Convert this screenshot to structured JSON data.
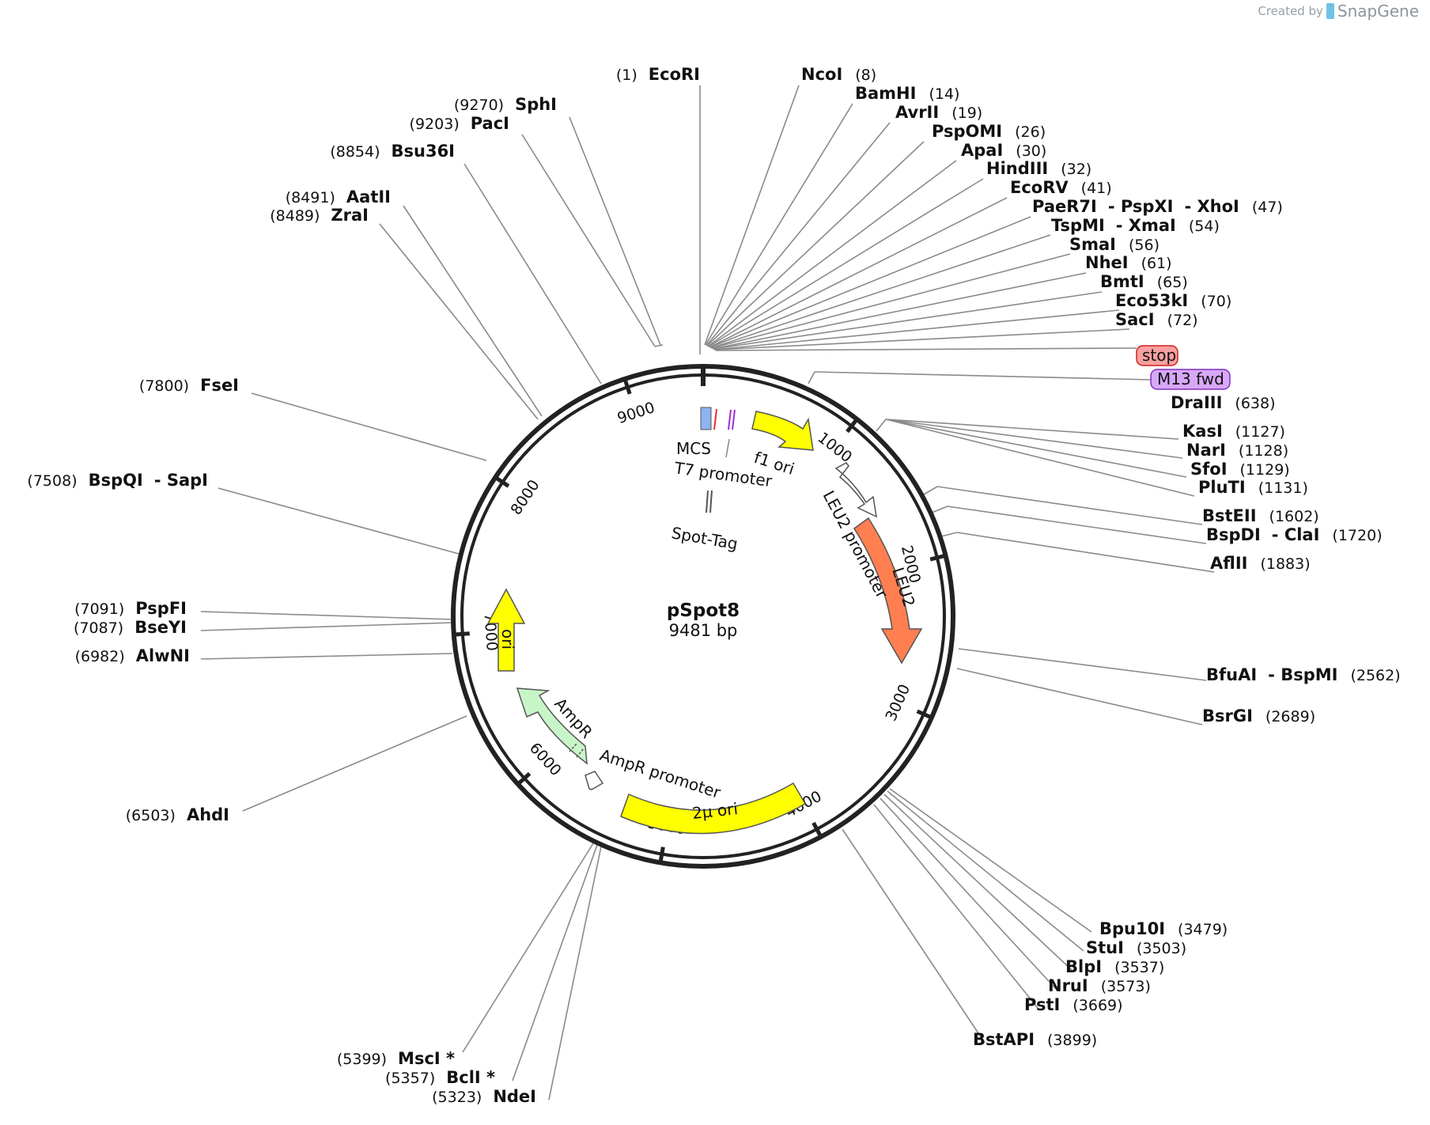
{
  "credit": {
    "prefix": "Created by",
    "brand": "SnapGene",
    "brand_icon": "snapgene-flag-icon"
  },
  "plasmid": {
    "name": "pSpot8",
    "length": "9481 bp"
  },
  "ticks": [
    "1000",
    "2000",
    "3000",
    "4000",
    "5000",
    "6000",
    "7000",
    "8000",
    "9000"
  ],
  "features": [
    {
      "name": "MCS",
      "color": "#8cb4f0"
    },
    {
      "name": "T7 promoter",
      "color": "#e83030"
    },
    {
      "name": "Spot-Tag",
      "color": "#9b30d0"
    },
    {
      "name": "f1 ori",
      "color": "#ffff00"
    },
    {
      "name": "LEU2 promoter",
      "color": "#ffffff"
    },
    {
      "name": "LEU2",
      "color": "#ff7f50"
    },
    {
      "name": "2μ ori",
      "color": "#ffff00"
    },
    {
      "name": "AmpR promoter",
      "color": "#ffffff"
    },
    {
      "name": "AmpR",
      "color": "#c8f5c8"
    },
    {
      "name": "ori",
      "color": "#ffff00"
    }
  ],
  "primers": [
    {
      "name": "stop",
      "color": "#f8a0a0"
    },
    {
      "name": "M13 fwd",
      "color": "#d8a8f8"
    }
  ],
  "sites": [
    {
      "id": "ecori",
      "pos": "(1)",
      "name": "EcoRI"
    },
    {
      "id": "ncoi",
      "pos": "(8)",
      "name": "NcoI"
    },
    {
      "id": "bamhi",
      "pos": "(14)",
      "name": "BamHI"
    },
    {
      "id": "avrii",
      "pos": "(19)",
      "name": "AvrII"
    },
    {
      "id": "pspomi",
      "pos": "(26)",
      "name": "PspOMI"
    },
    {
      "id": "apai",
      "pos": "(30)",
      "name": "ApaI"
    },
    {
      "id": "hindiii",
      "pos": "(32)",
      "name": "HindIII"
    },
    {
      "id": "ecorv",
      "pos": "(41)",
      "name": "EcoRV"
    },
    {
      "id": "paer7i",
      "pos": "(47)",
      "name": "PaeR7I",
      "name2": "- PspXI",
      "name3": "- XhoI"
    },
    {
      "id": "tspmi",
      "pos": "(54)",
      "name": "TspMI",
      "name2": "- XmaI"
    },
    {
      "id": "smai",
      "pos": "(56)",
      "name": "SmaI"
    },
    {
      "id": "nhei",
      "pos": "(61)",
      "name": "NheI"
    },
    {
      "id": "bmti",
      "pos": "(65)",
      "name": "BmtI"
    },
    {
      "id": "eco53ki",
      "pos": "(70)",
      "name": "Eco53kI"
    },
    {
      "id": "saci",
      "pos": "(72)",
      "name": "SacI"
    },
    {
      "id": "draiii",
      "pos": "(638)",
      "name": "DraIII"
    },
    {
      "id": "kasi",
      "pos": "(1127)",
      "name": "KasI"
    },
    {
      "id": "nari",
      "pos": "(1128)",
      "name": "NarI"
    },
    {
      "id": "sfoi",
      "pos": "(1129)",
      "name": "SfoI"
    },
    {
      "id": "pluti",
      "pos": "(1131)",
      "name": "PluTI"
    },
    {
      "id": "bsteii",
      "pos": "(1602)",
      "name": "BstEII"
    },
    {
      "id": "bspdi",
      "pos": "(1720)",
      "name": "BspDI",
      "name2": "- ClaI"
    },
    {
      "id": "aflii",
      "pos": "(1883)",
      "name": "AflII"
    },
    {
      "id": "bfuai",
      "pos": "(2562)",
      "name": "BfuAI",
      "name2": "- BspMI"
    },
    {
      "id": "bsrgi",
      "pos": "(2689)",
      "name": "BsrGI"
    },
    {
      "id": "bpu10i",
      "pos": "(3479)",
      "name": "Bpu10I"
    },
    {
      "id": "stui",
      "pos": "(3503)",
      "name": "StuI"
    },
    {
      "id": "blpi",
      "pos": "(3537)",
      "name": "BlpI"
    },
    {
      "id": "nrui",
      "pos": "(3573)",
      "name": "NruI"
    },
    {
      "id": "psti",
      "pos": "(3669)",
      "name": "PstI"
    },
    {
      "id": "bstapi",
      "pos": "(3899)",
      "name": "BstAPI"
    },
    {
      "id": "ndei",
      "pos": "(5323)",
      "name": "NdeI"
    },
    {
      "id": "bcli",
      "pos": "(5357)",
      "name": "BclI *"
    },
    {
      "id": "msci",
      "pos": "(5399)",
      "name": "MscI *"
    },
    {
      "id": "ahdi",
      "pos": "(6503)",
      "name": "AhdI"
    },
    {
      "id": "alwni",
      "pos": "(6982)",
      "name": "AlwNI"
    },
    {
      "id": "bseyi",
      "pos": "(7087)",
      "name": "BseYI"
    },
    {
      "id": "pspfi",
      "pos": "(7091)",
      "name": "PspFI"
    },
    {
      "id": "bspqi",
      "pos": "(7508)",
      "name": "BspQI",
      "name2": "- SapI"
    },
    {
      "id": "fsei",
      "pos": "(7800)",
      "name": "FseI"
    },
    {
      "id": "zrai",
      "pos": "(8489)",
      "name": "ZraI"
    },
    {
      "id": "aatii",
      "pos": "(8491)",
      "name": "AatII"
    },
    {
      "id": "bsu36i",
      "pos": "(8854)",
      "name": "Bsu36I"
    },
    {
      "id": "paci",
      "pos": "(9203)",
      "name": "PacI"
    },
    {
      "id": "sphi",
      "pos": "(9270)",
      "name": "SphI"
    }
  ]
}
